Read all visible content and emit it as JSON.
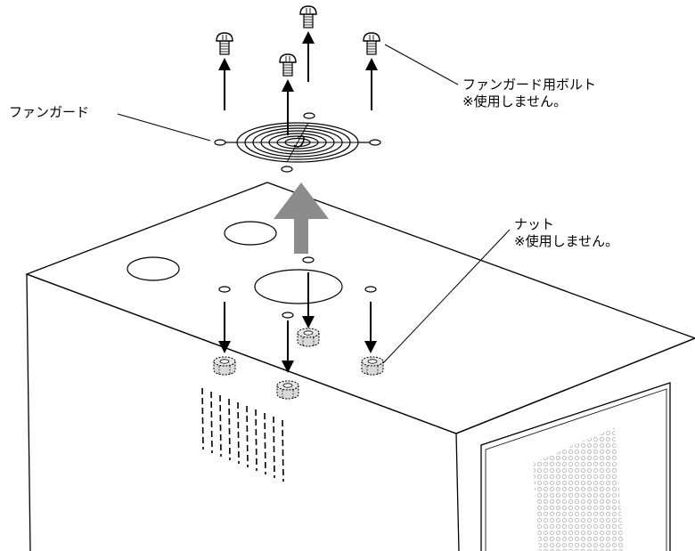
{
  "labels": {
    "fan_guard": "ファンガード",
    "fan_guard_bolt": {
      "line1": "ファンガード用ボルト",
      "line2": "※使用しません。"
    },
    "nut": {
      "line1": "ナット",
      "line2": "※使用しません。"
    }
  },
  "colors": {
    "stroke": "#000000",
    "big_arrow": "#8c8c8c",
    "nut_fill": "#d9d9d9",
    "mesh": "#b5b5b5"
  },
  "icons": {
    "bolt": "screw-bolt-icon",
    "nut": "hex-nut-icon",
    "fan_guard": "concentric-rings-fan-guard-icon"
  }
}
